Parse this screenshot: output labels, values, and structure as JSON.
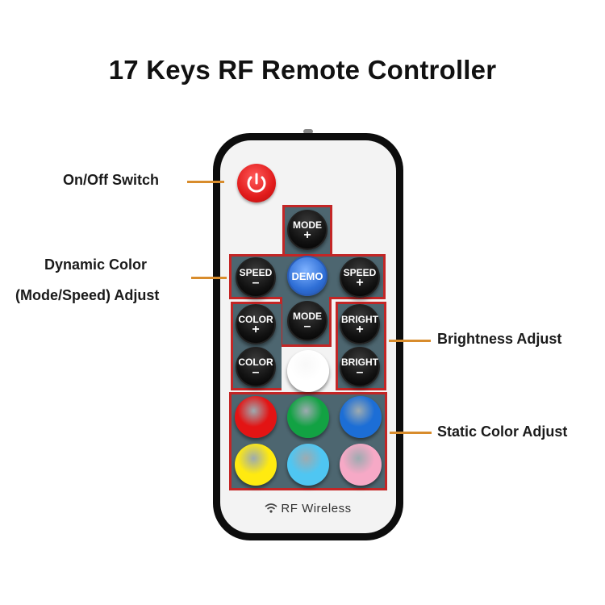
{
  "title": "17 Keys RF Remote Controller",
  "callouts": {
    "onoff": "On/Off Switch",
    "dynamic_line1": "Dynamic Color",
    "dynamic_line2": "(Mode/Speed) Adjust",
    "brightness": "Brightness Adjust",
    "static": "Static Color Adjust"
  },
  "remote": {
    "footer": "RF Wireless",
    "keys": {
      "mode_plus": [
        "MODE",
        "+"
      ],
      "speed_minus": [
        "SPEED",
        "–"
      ],
      "demo": "DEMO",
      "speed_plus": [
        "SPEED",
        "+"
      ],
      "color_plus": [
        "COLOR",
        "+"
      ],
      "mode_minus": [
        "MODE",
        "–"
      ],
      "bright_plus": [
        "BRIGHT",
        "+"
      ],
      "color_minus": [
        "COLOR",
        "–"
      ],
      "bright_minus": [
        "BRIGHT",
        "–"
      ]
    },
    "color_keys": {
      "white": "#ffffff",
      "red": "#e31414",
      "green": "#12a243",
      "blue": "#1c6ed6",
      "yellow": "#ffea10",
      "cyan": "#4fc6f2",
      "pink": "#f6a9c6"
    }
  },
  "colors": {
    "highlight": "#c32626",
    "callout_line": "#d88c2c"
  }
}
